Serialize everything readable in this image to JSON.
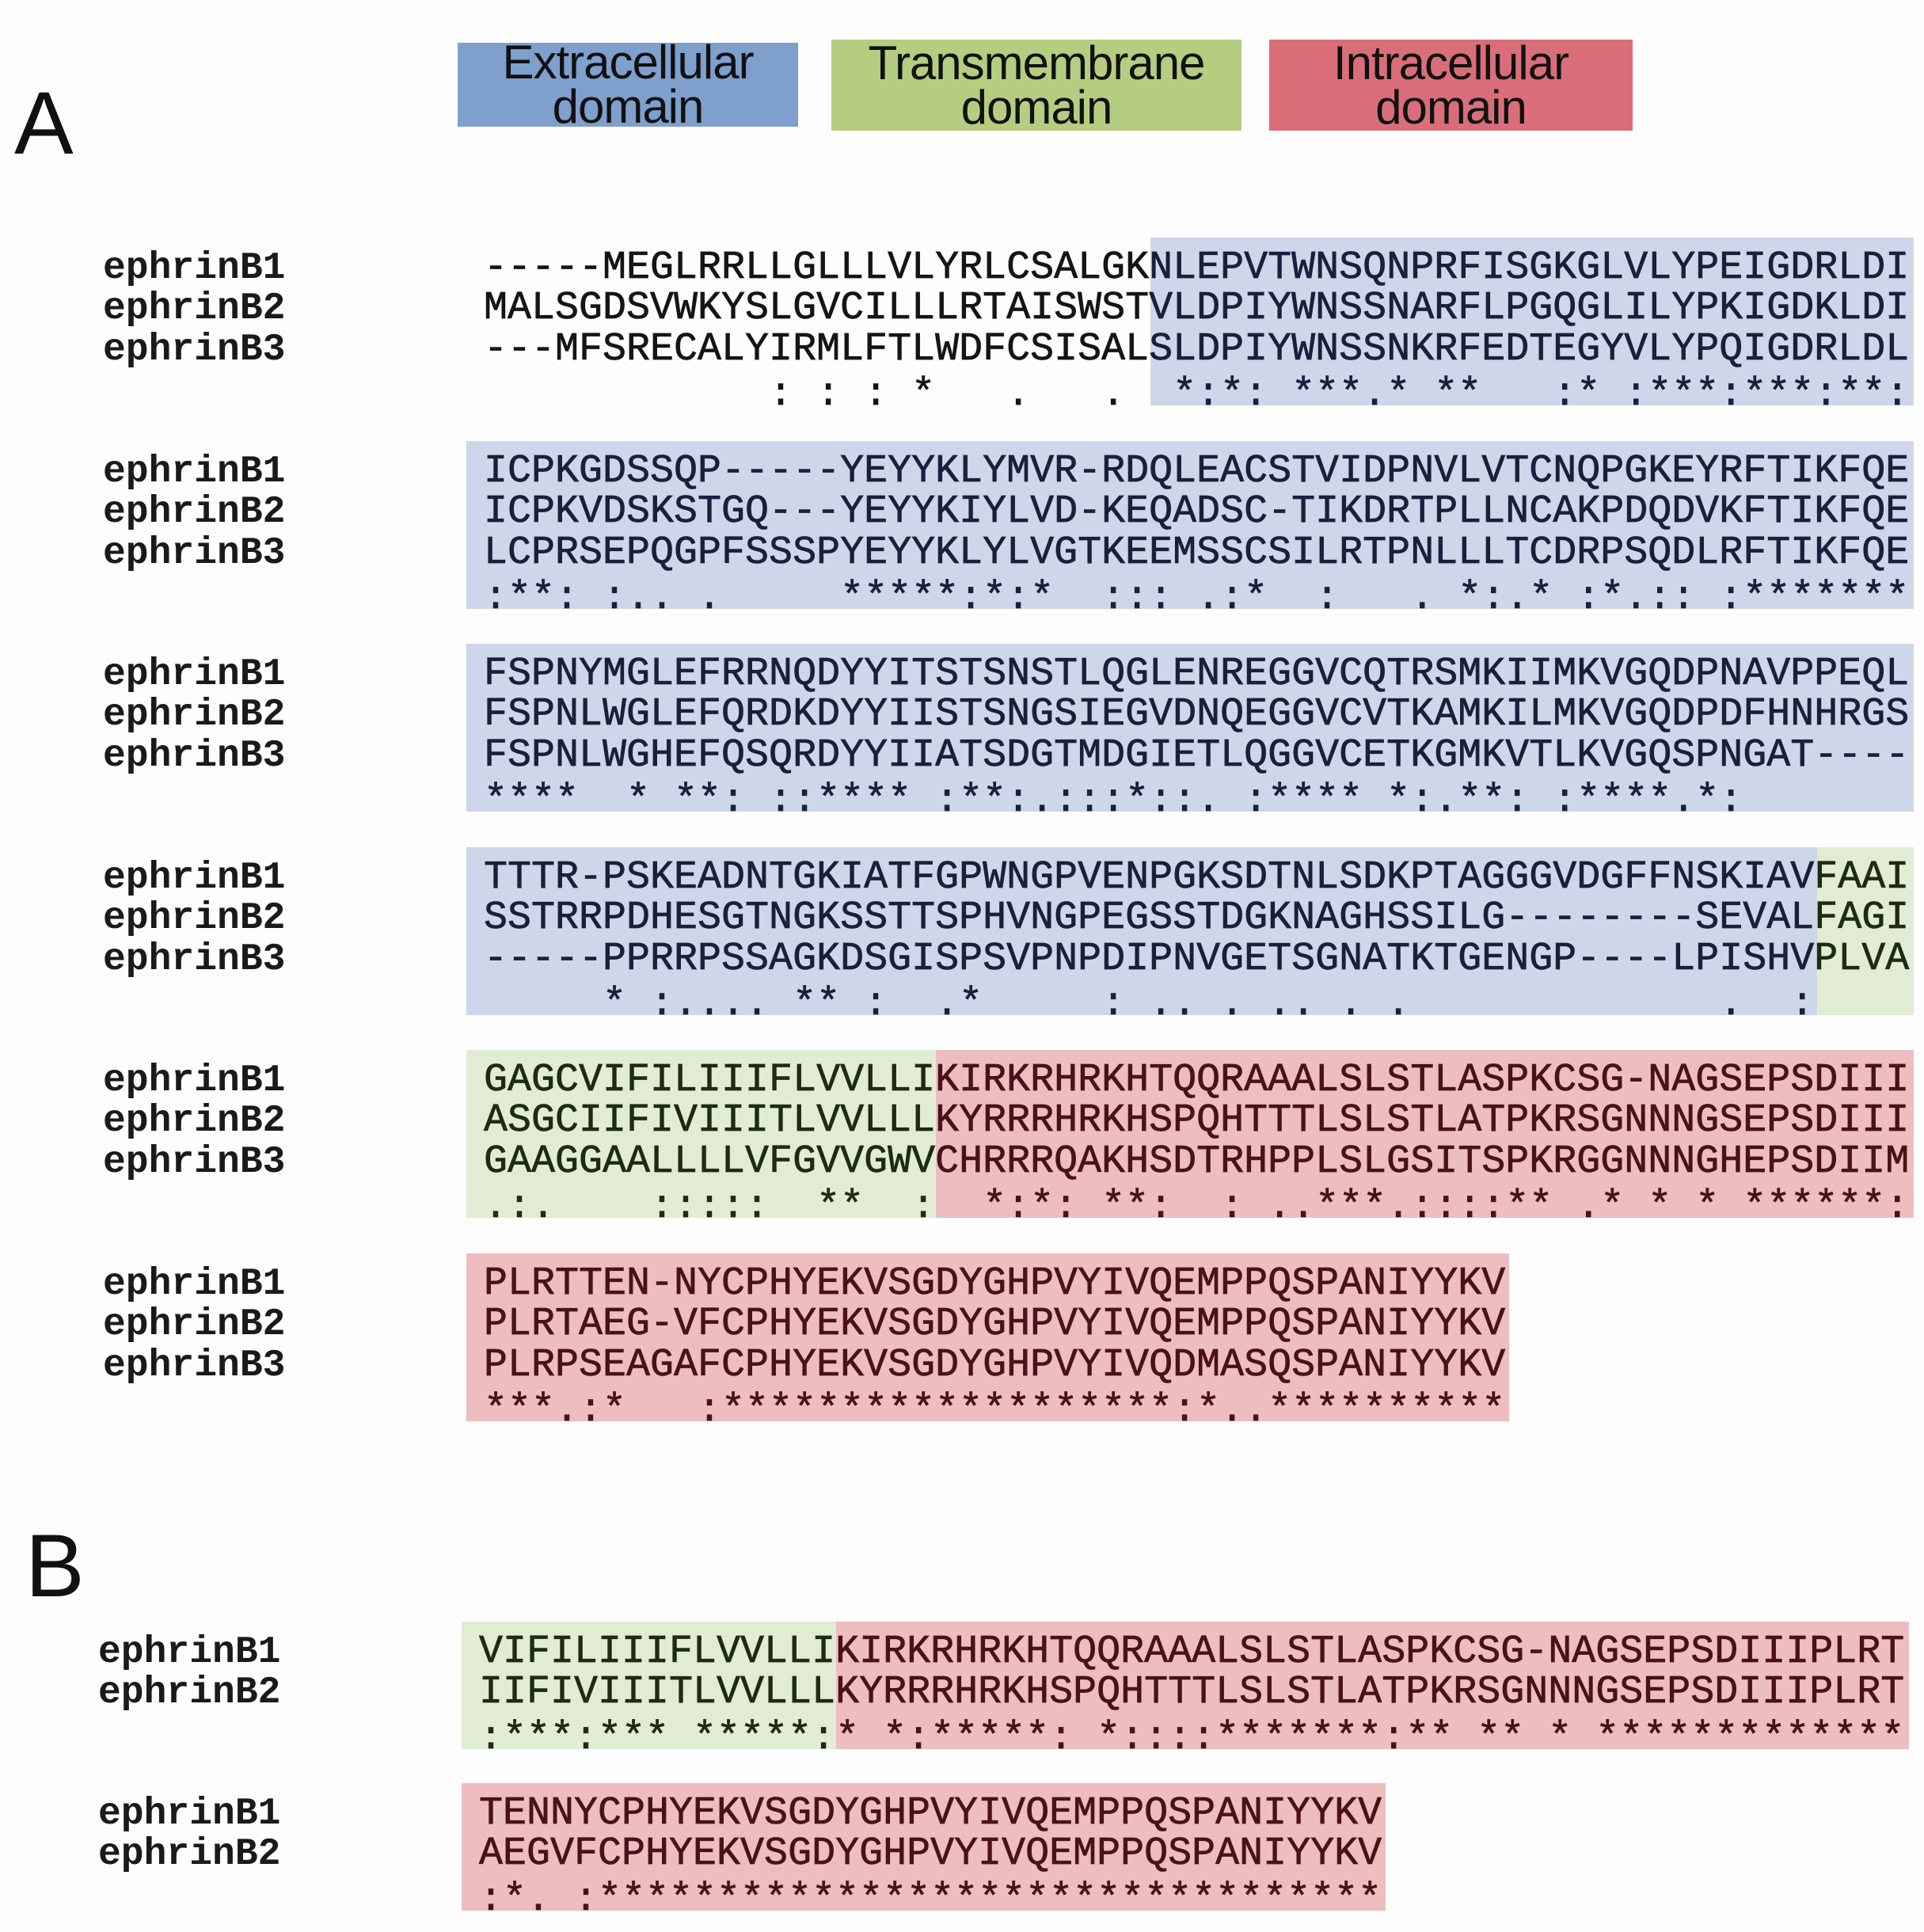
{
  "colors": {
    "extracellular": {
      "legend": "#7f9fcd",
      "shade": "#cdd7e9",
      "text": "#18203c"
    },
    "transmembrane": {
      "legend": "#b5cd80",
      "shade": "#e2ecd4",
      "text": "#1f2a14"
    },
    "intracellular": {
      "legend": "#d96e79",
      "shade": "#edbdc0",
      "text": "#4a1218"
    },
    "none": {
      "text": "#151515"
    }
  },
  "legend": [
    {
      "domain": "extracellular",
      "line1": "Extracellular",
      "line2": "domain"
    },
    {
      "domain": "transmembrane",
      "line1": "Transmembrane",
      "line2": "domain"
    },
    {
      "domain": "intracellular",
      "line1": "Intracellular",
      "line2": "domain"
    }
  ],
  "panel_a": {
    "label": "A",
    "blocks": [
      {
        "rows": [
          {
            "name": "ephrinB1",
            "seq": "-----MEGLRRLLGLLLVLYRLCSALGKNLEPVTWNSQNPRFISGKGLVLYPEIGDRLDI"
          },
          {
            "name": "ephrinB2",
            "seq": "MALSGDSVWKYSLGVCILLLRTAISWSTVLDPIYWNSSNARFLPGQGLILYPKIGDKLDI"
          },
          {
            "name": "ephrinB3",
            "seq": "---MFSRECALYIRMLFTLWDFCSISALSLDPIYWNSSNKRFEDTEGYVLYPQIGDRLDL"
          }
        ],
        "consensus": "            : : : *   .   .  *:*: ***.* **   :* :***:***:**:",
        "segments": [
          {
            "domain": "extracellular",
            "from": 28,
            "to": 60
          }
        ]
      },
      {
        "rows": [
          {
            "name": "ephrinB1",
            "seq": "ICPKGDSSQP-----YEYYKLYMVR-RDQLEACSTVIDPNVLVTCNQPGKEYRFTIKFQE"
          },
          {
            "name": "ephrinB2",
            "seq": "ICPKVDSKSTGQ---YEYYKIYLVD-KEQADSC-TIKDRTPLLNCAKPDQDVKFTIKFQE"
          },
          {
            "name": "ephrinB3",
            "seq": "LCPRSEPQGPFSSSPYEYYKLYLVGTKEEMSSCSILRTPNLLLTCDRPSQDLRFTIKFQE"
          }
        ],
        "consensus": ":**: :.. .     *****:*:*  ::: .:*  :   . *:.* :*.:: :*******",
        "segments": [
          {
            "domain": "extracellular",
            "from": 0,
            "to": 60
          }
        ]
      },
      {
        "rows": [
          {
            "name": "ephrinB1",
            "seq": "FSPNYMGLEFRRNQDYYITSTSNSTLQGLENREGGVCQTRSMKIIMKVGQDPNAVPPEQL"
          },
          {
            "name": "ephrinB2",
            "seq": "FSPNLWGLEFQRDKDYYIISTSNGSIEGVDNQEGGVCVTKAMKILMKVGQDPDFHNHRGS"
          },
          {
            "name": "ephrinB3",
            "seq": "FSPNLWGHEFQSQRDYYIIATSDGTMDGIETLQGGVCETKGMKVTLKVGQSPNGAT----"
          }
        ],
        "consensus": "****  * **: ::**** :**:.:::*::. :**** *:.**: :****.*:",
        "segments": [
          {
            "domain": "extracellular",
            "from": 0,
            "to": 60
          }
        ]
      },
      {
        "rows": [
          {
            "name": "ephrinB1",
            "seq": "TTTR-PSKEADNTGKIATFGPWNGPVENPGKSDTNLSDKPTAGGGVDGFFNSKIAVFAAI"
          },
          {
            "name": "ephrinB2",
            "seq": "SSTRRPDHESGTNGKSSTTSPHVNGPEGSSTDGKNAGHSSILG--------SEVALFAGI"
          },
          {
            "name": "ephrinB3",
            "seq": "-----PPRRPSSAGKDSGISPSVPNPDIPNVGETSGNATKTGENGP----LPISHVPLVA"
          }
        ],
        "consensus": "     * :.... ** :  .*     : .. . .. . .             .  :",
        "segments": [
          {
            "domain": "extracellular",
            "from": 0,
            "to": 56
          },
          {
            "domain": "transmembrane",
            "from": 56,
            "to": 60
          }
        ]
      },
      {
        "rows": [
          {
            "name": "ephrinB1",
            "seq": "GAGCVIFILIIIFLVVLLIKIRKRHRKHTQQRAAALSLSTLASPKCSG-NAGSEPSDIII"
          },
          {
            "name": "ephrinB2",
            "seq": "ASGCIIFIVIIITLVVLLLKYRRRHRKHSPQHTTTLSLSTLATPKRSGNNNGSEPSDIII"
          },
          {
            "name": "ephrinB3",
            "seq": "GAAGGAALLLLVFGVVGWVCHRRRQAKHSDTRHPPLSLGSITSPKRGGNNNGHEPSDIIM"
          }
        ],
        "consensus": ".:.    :::::  **  :  *:*: **:  : ..***.::::** .* * * ******:",
        "segments": [
          {
            "domain": "transmembrane",
            "from": 0,
            "to": 19
          },
          {
            "domain": "intracellular",
            "from": 19,
            "to": 60
          }
        ]
      },
      {
        "rows": [
          {
            "name": "ephrinB1",
            "seq": "PLRTTEN-NYCPHYEKVSGDYGHPVYIVQEMPPQSPANIYYKV"
          },
          {
            "name": "ephrinB2",
            "seq": "PLRTAEG-VFCPHYEKVSGDYGHPVYIVQEMPPQSPANIYYKV"
          },
          {
            "name": "ephrinB3",
            "seq": "PLRPSEAGAFCPHYEKVSGDYGHPVYIVQDMASQSPANIYYKV"
          }
        ],
        "consensus": "***.:*   :*******************:*..**********",
        "segments": [
          {
            "domain": "intracellular",
            "from": 0,
            "to": 43
          }
        ]
      }
    ]
  },
  "panel_b": {
    "label": "B",
    "blocks": [
      {
        "rows": [
          {
            "name": "ephrinB1",
            "seq": "VIFILIIIFLVVLLIKIRKRHRKHTQQRAAALSLSTLASPKCSG-NAGSEPSDIIIPLRT"
          },
          {
            "name": "ephrinB2",
            "seq": "IIFIVIIITLVVLLLKYRRRHRKHSPQHTTTLSLSTLATPKRSGNNNGSEPSDIIIPLRT"
          }
        ],
        "consensus": ":***:*** *****:* *:*****: *::::*******:** ** * *************",
        "segments": [
          {
            "domain": "transmembrane",
            "from": 0,
            "to": 15
          },
          {
            "domain": "intracellular",
            "from": 15,
            "to": 60
          }
        ]
      },
      {
        "rows": [
          {
            "name": "ephrinB1",
            "seq": "TENNYCPHYEKVSGDYGHPVYIVQEMPPQSPANIYYKV"
          },
          {
            "name": "ephrinB2",
            "seq": "AEGVFCPHYEKVSGDYGHPVYIVQEMPPQSPANIYYKV"
          }
        ],
        "consensus": ":*. :*********************************",
        "segments": [
          {
            "domain": "intracellular",
            "from": 0,
            "to": 38
          }
        ]
      }
    ]
  }
}
